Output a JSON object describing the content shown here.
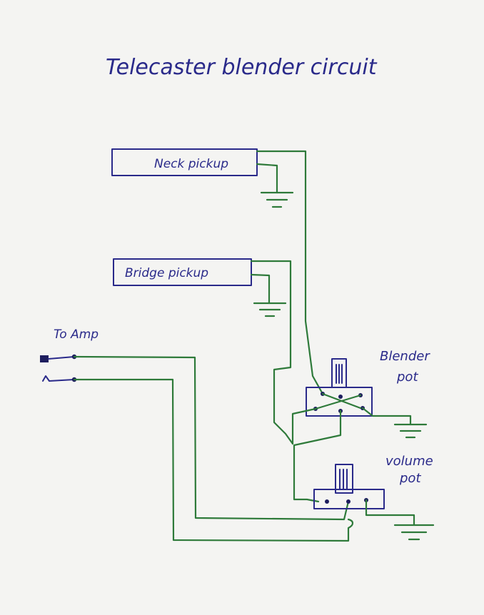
{
  "title": "Telecaster blender circuit",
  "components": {
    "neck_pickup": {
      "label": "Neck pickup"
    },
    "bridge_pickup": {
      "label": "Bridge pickup"
    },
    "output": {
      "label": "To Amp"
    },
    "blender_pot": {
      "label_line1": "Blender",
      "label_line2": "pot"
    },
    "volume_pot": {
      "label_line1": "volume",
      "label_line2": "pot"
    }
  },
  "colors": {
    "background": "#f4f4f2",
    "ink": "#2a2a8a",
    "wire": "#2e7a3a"
  }
}
